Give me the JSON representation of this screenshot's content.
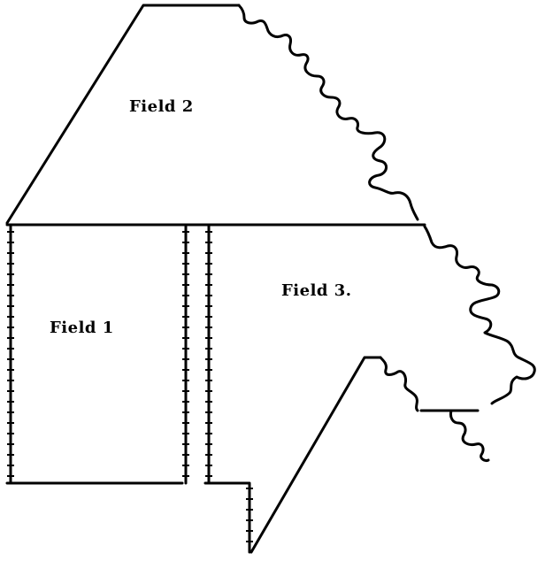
{
  "fields": [
    {
      "id": "field-1",
      "label": "Field 1"
    },
    {
      "id": "field-2",
      "label": "Field 2"
    },
    {
      "id": "field-3",
      "label": "Field 3."
    }
  ],
  "line_color": "#000000",
  "background_color": "#ffffff"
}
